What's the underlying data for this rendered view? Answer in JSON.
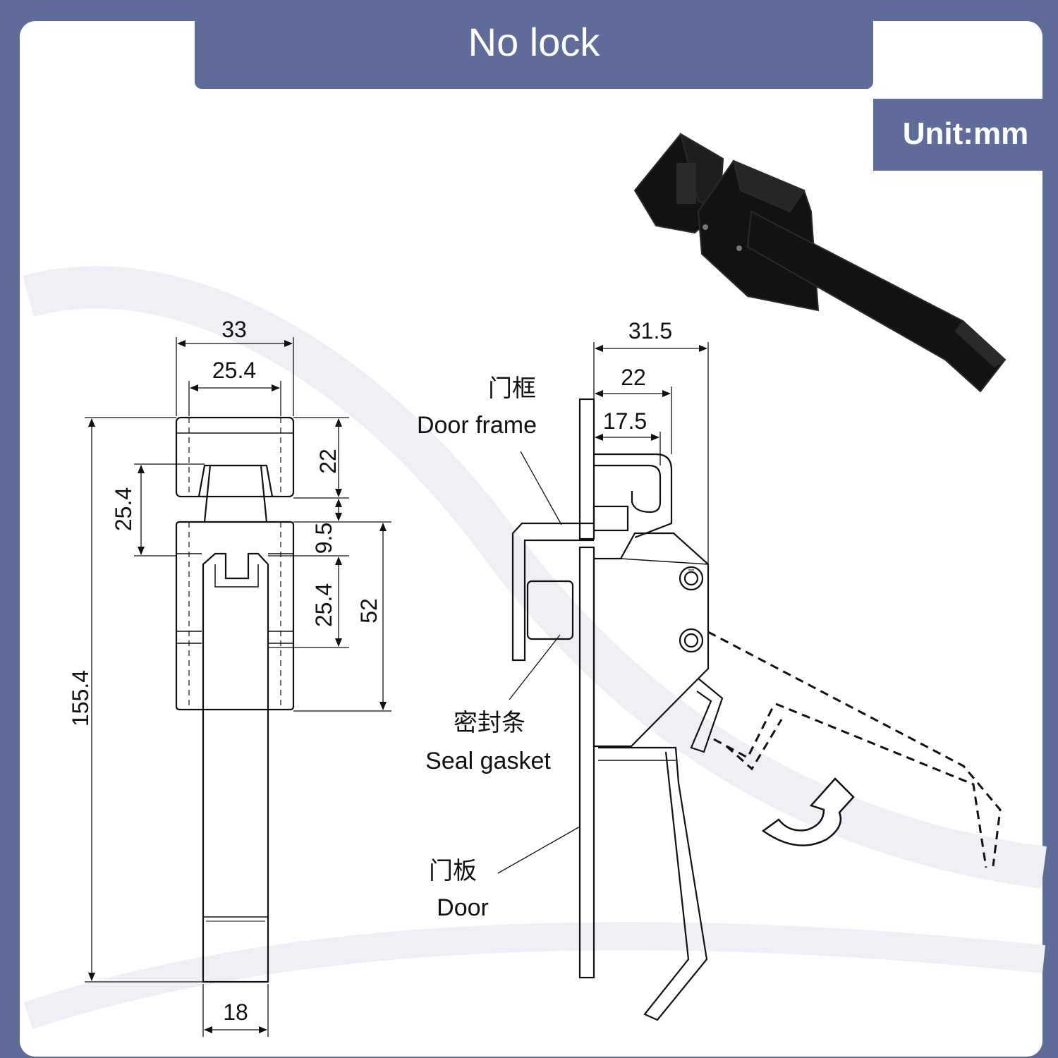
{
  "header": {
    "title": "No lock"
  },
  "unit_badge": {
    "text": "Unit:mm"
  },
  "front_view": {
    "dims": {
      "width_total": "33",
      "width_inner": "25.4",
      "top_height": "22",
      "top_offset": "25.4",
      "gap": "9.5",
      "hole_spacing": "25.4",
      "base_height": "52",
      "total_height": "155.4",
      "handle_width": "18"
    }
  },
  "side_view": {
    "dims": {
      "width_a": "31.5",
      "width_b": "22",
      "width_c": "17.5"
    },
    "labels": {
      "door_frame_cn": "门框",
      "door_frame_en": "Door frame",
      "seal_cn": "密封条",
      "seal_en": "Seal gasket",
      "door_cn": "门板",
      "door_en": "Door"
    }
  },
  "colors": {
    "accent": "#5f6c99",
    "line": "#111111",
    "product": "#121212"
  }
}
